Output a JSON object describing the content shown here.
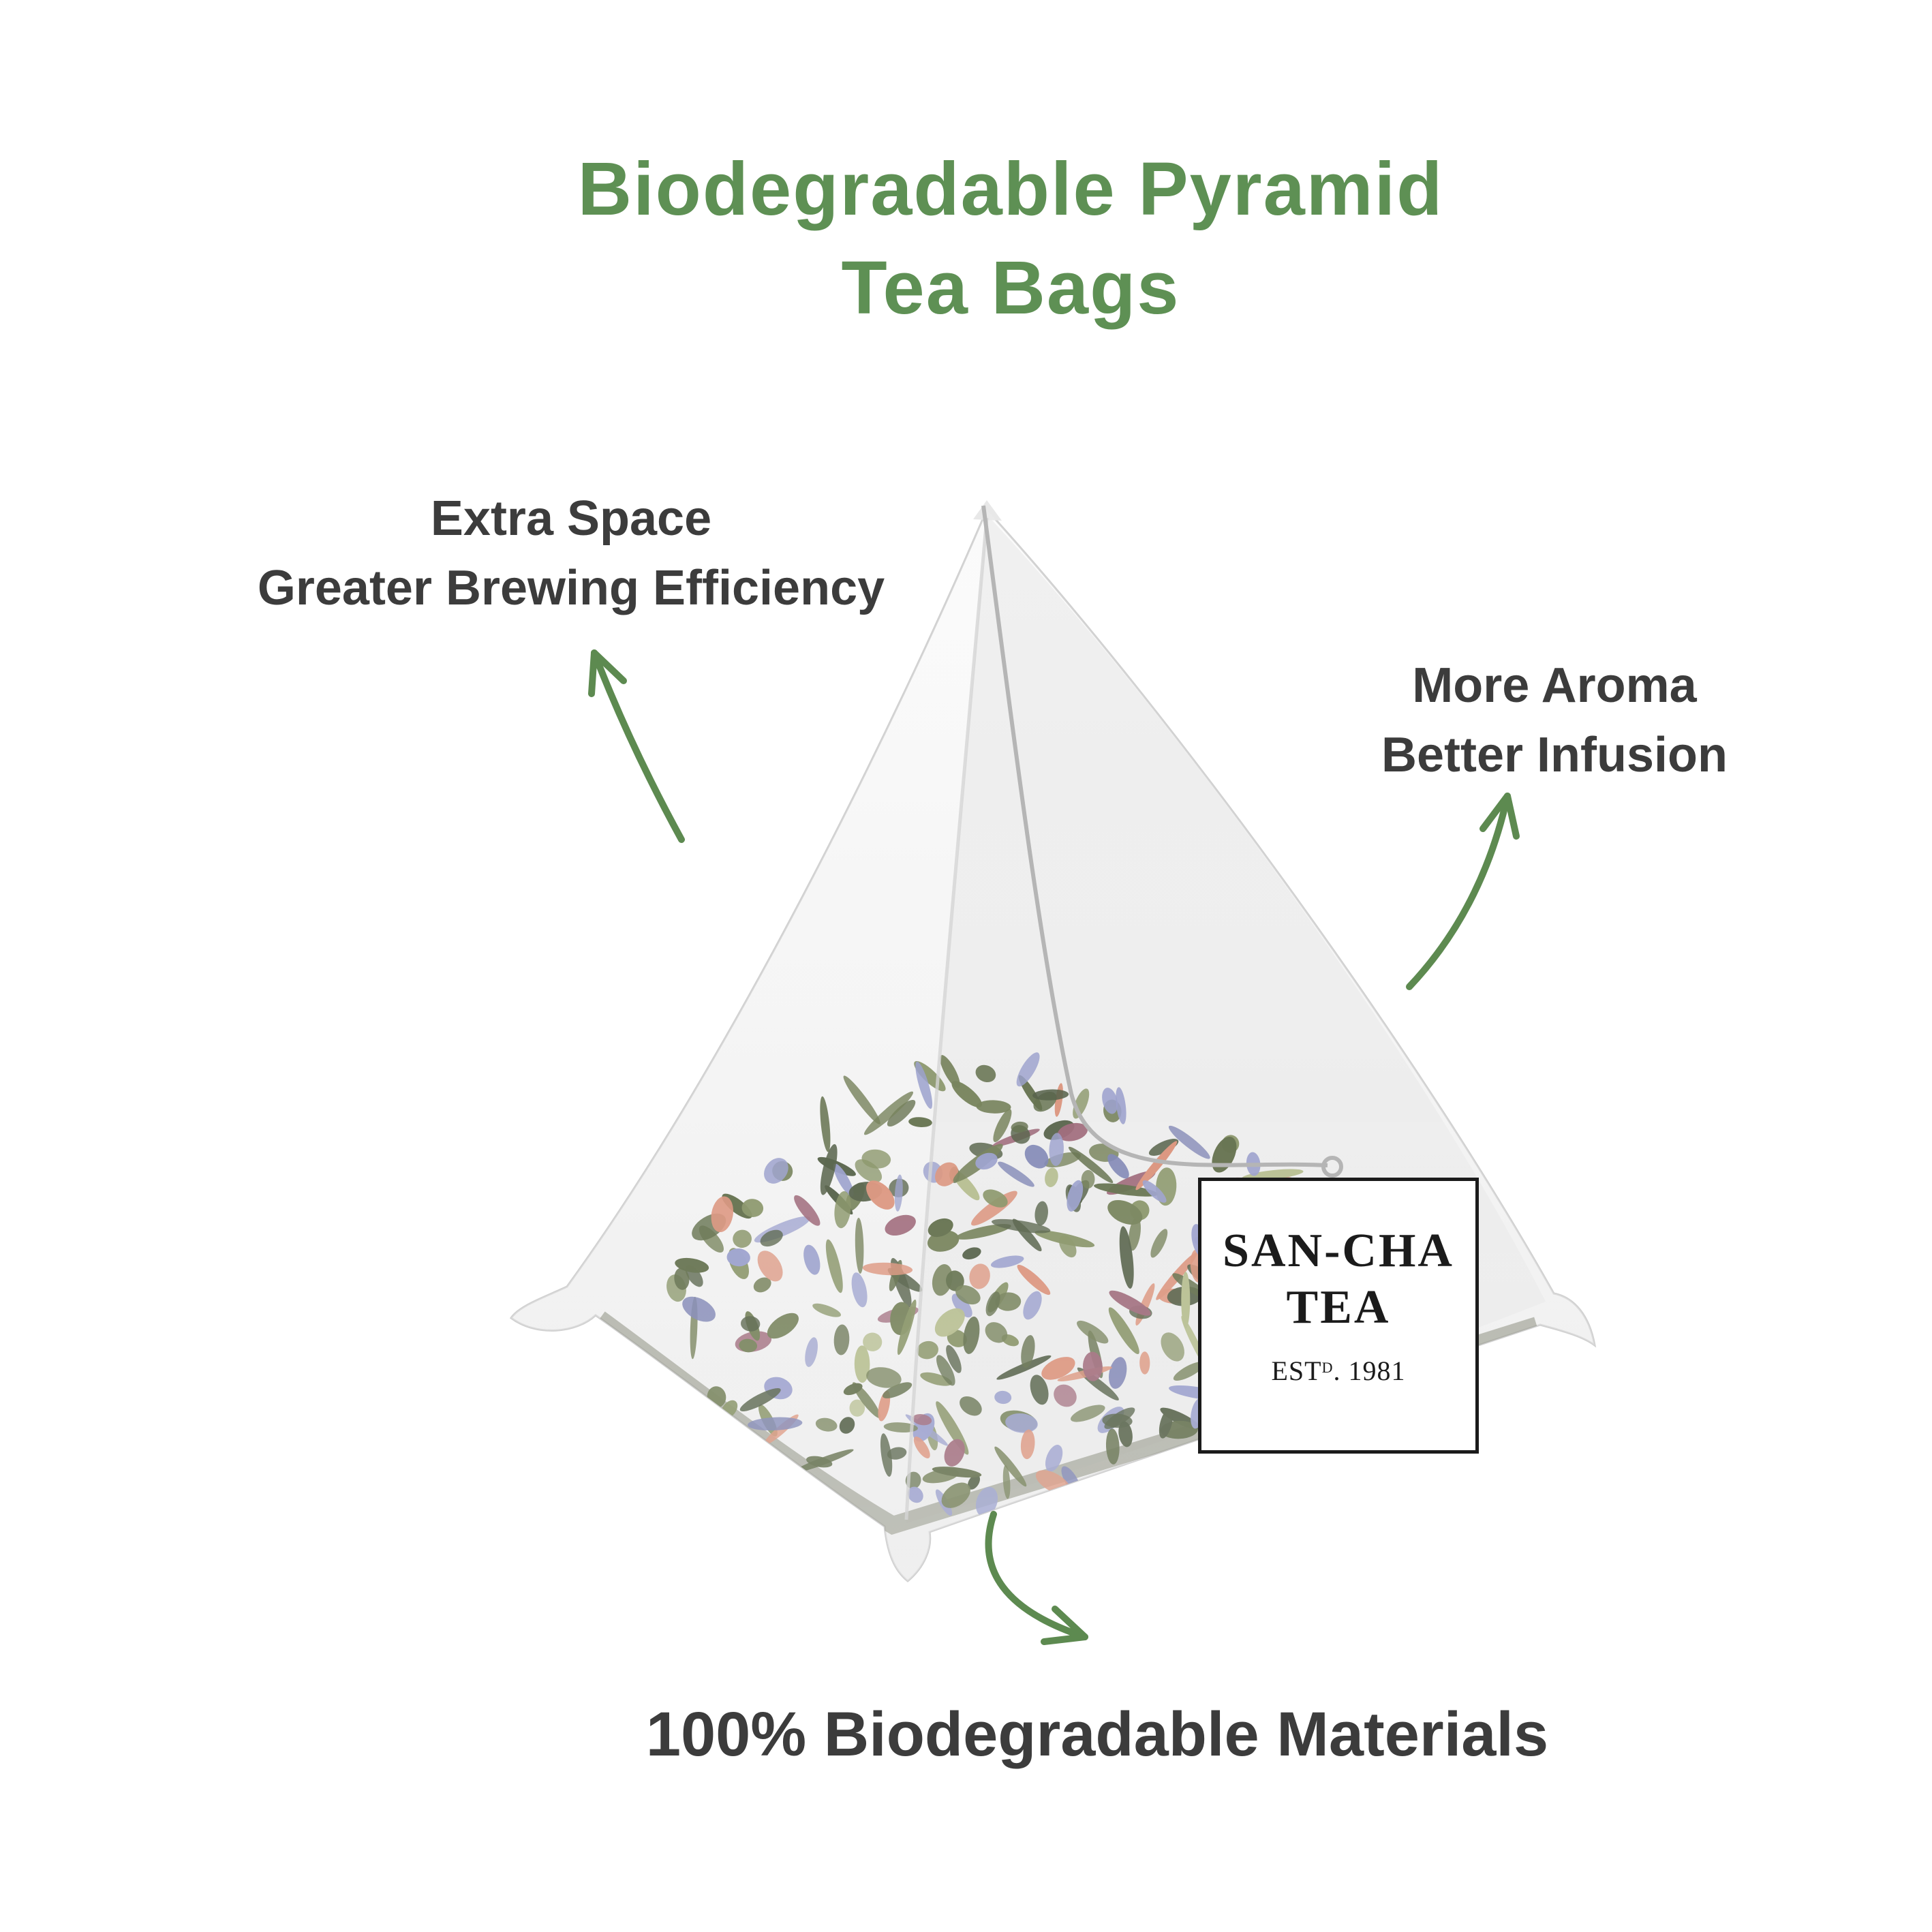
{
  "title": {
    "line1": "Biodegradable Pyramid",
    "line2": "Tea Bags"
  },
  "annotations": {
    "left": {
      "line1": "Extra Space",
      "line2": "Greater Brewing Efficiency"
    },
    "right": {
      "line1": "More Aroma",
      "line2": "Better Infusion"
    },
    "bottom": {
      "text": "100% Biodegradable Materials"
    }
  },
  "tag": {
    "brand_line1": "SAN-CHA",
    "brand_line2": "TEA",
    "est_prefix": "EST",
    "est_sup": "D",
    "est_rest": ". 1981"
  },
  "colors": {
    "accent_green": "#5e9054",
    "arrow_green": "#5d8a50",
    "text_dark": "#3c3c3c",
    "tag_text": "#1b1b1b",
    "bag_light": "#fafafa",
    "bag_dark": "#e7e7e7",
    "string_gray": "#b5b5b5",
    "leaf_palette": [
      {
        "c": "#5f6d3f",
        "w": 0.18
      },
      {
        "c": "#49582f",
        "w": 0.16
      },
      {
        "c": "#39472a",
        "w": 0.12
      },
      {
        "c": "#74824e",
        "w": 0.12
      },
      {
        "c": "#8a90c4",
        "w": 0.13
      },
      {
        "c": "#6a71a8",
        "w": 0.05
      },
      {
        "c": "#d58267",
        "w": 0.1
      },
      {
        "c": "#8f5265",
        "w": 0.06
      },
      {
        "c": "#a9b27c",
        "w": 0.08
      }
    ]
  }
}
